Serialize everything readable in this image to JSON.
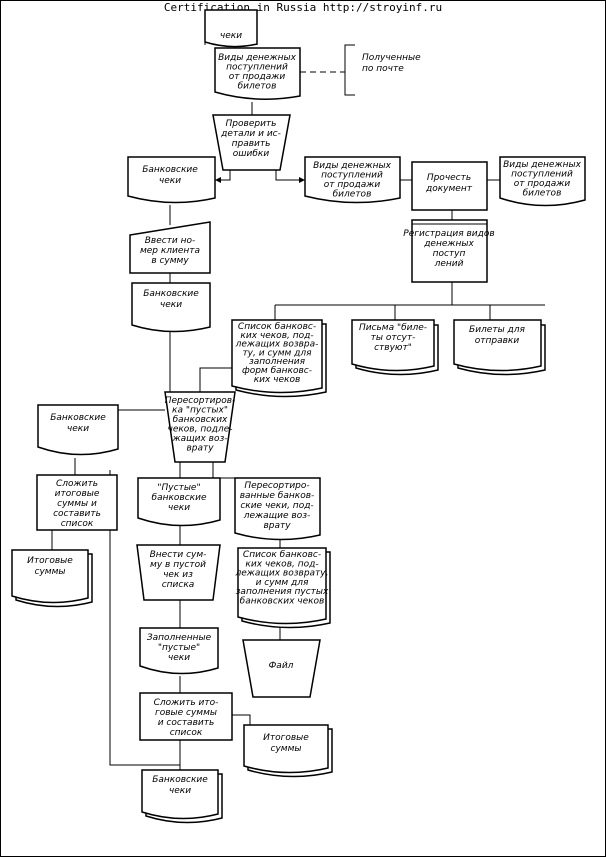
{
  "header": "Certification in Russia http://stroyinf.ru",
  "nodes": {
    "top_checks": [
      "чеки"
    ],
    "ticket_receipts_1": [
      "Виды денежных",
      "поступлений",
      "от продажи",
      "билетов"
    ],
    "received_by_mail": [
      "Полученные",
      "по почте"
    ],
    "verify": [
      "Проверить",
      "детали и ис-",
      "править",
      "ошибки"
    ],
    "bank_checks_1": [
      "Банковские",
      "чеки"
    ],
    "ticket_receipts_2": [
      "Виды денежных",
      "поступлений",
      "от продажи",
      "билетов"
    ],
    "read_document": [
      "Прочесть",
      "документ"
    ],
    "ticket_receipts_3": [
      "Виды денежных",
      "поступлений",
      "от продажи",
      "билетов"
    ],
    "enter_client_number": [
      "Ввести но-",
      "мер клиента",
      "в сумму"
    ],
    "register_receipts": [
      "Регистрация видов",
      "денежных",
      "поступ",
      "лений"
    ],
    "bank_checks_2": [
      "Банковские",
      "чеки"
    ],
    "list_bank_checks": [
      "Список банковс-",
      "ких чеков, под-",
      "лежащих возвра-",
      "ту, и сумм для",
      "заполнения",
      "форм банковс-",
      "ких чеков"
    ],
    "letters_no_tickets": [
      "Письма \"биле-",
      "ты отсут-",
      "ствуют\""
    ],
    "tickets_to_send": [
      "Билеты для",
      "отправки"
    ],
    "resort_empty": [
      "Пересортиров-",
      "ка \"пустых\"",
      "банковских",
      "чеков, подле-",
      "жащих воз-",
      "врату"
    ],
    "bank_checks_3": [
      "Банковские",
      "чеки"
    ],
    "add_totals_1": [
      "Сложить",
      "итоговые",
      "суммы и",
      "составить",
      "список"
    ],
    "empty_checks": [
      "\"Пустые\"",
      "банковские",
      "чеки"
    ],
    "resorted_checks": [
      "Пересортиро-",
      "ванные банков-",
      "ские чеки, под-",
      "лежащие воз-",
      "врату"
    ],
    "totals_1": [
      "Итоговые",
      "суммы"
    ],
    "enter_sum": [
      "Внести сум-",
      "му в пустой",
      "чек из",
      "списка"
    ],
    "list_checks_2": [
      "Список банковс-",
      "ких чеков, под-",
      "лежащих возврату,",
      "и сумм для",
      "заполнения пустых",
      "банковских чеков"
    ],
    "filled_checks": [
      "Заполненные",
      "\"пустые\"",
      "чеки"
    ],
    "file": [
      "Файл"
    ],
    "add_totals_2": [
      "Сложить ито-",
      "говые суммы",
      "и составить",
      "список"
    ],
    "totals_2": [
      "Итоговые",
      "суммы"
    ],
    "bank_checks_4": [
      "Банковские",
      "чеки"
    ]
  }
}
